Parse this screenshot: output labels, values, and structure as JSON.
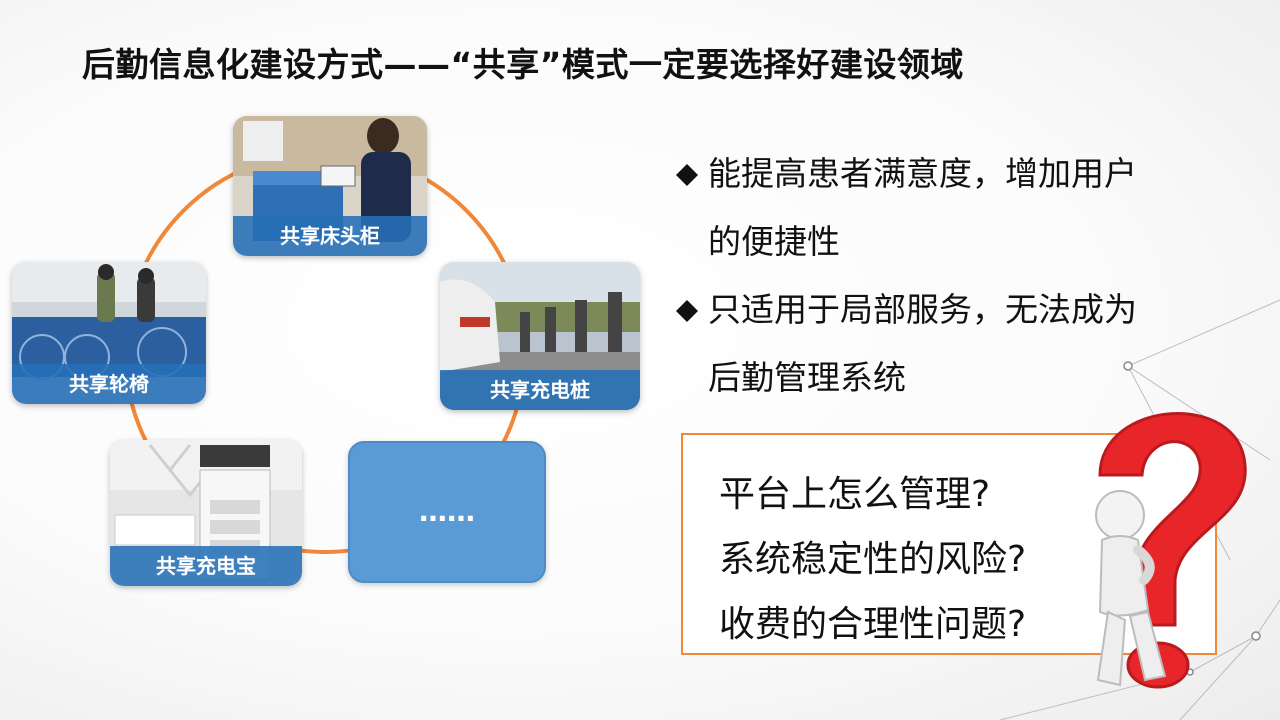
{
  "title": "后勤信息化建设方式——“共享”模式一定要选择好建设领域",
  "tiles": {
    "bedside": "共享床头柜",
    "wheelchair": "共享轮椅",
    "charging_pile": "共享充电桩",
    "power_bank": "共享充电宝",
    "more": "……"
  },
  "bullets": [
    {
      "line1": "能提高患者满意度，增加用户",
      "line2": "的便捷性"
    },
    {
      "line1": "只适用于局部服务，无法成为",
      "line2": "后勤管理系统"
    }
  ],
  "questions": [
    "平台上怎么管理?",
    "系统稳定性的风险?",
    "收费的合理性问题?"
  ],
  "colors": {
    "accent_orange": "#f0883a",
    "caption_blue": "#2570b7",
    "box_blue": "#5b9bd5",
    "question_red": "#e8262a"
  }
}
